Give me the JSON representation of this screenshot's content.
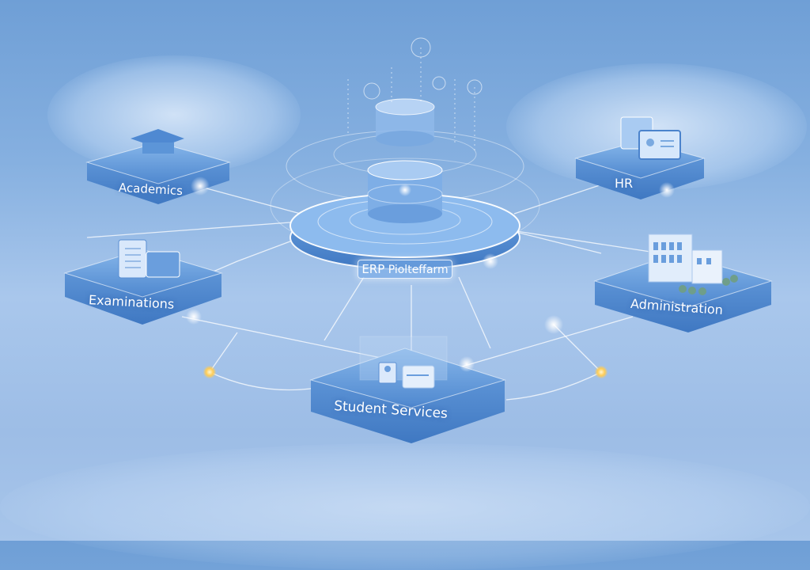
{
  "hub": {
    "label_prefix": "ERP",
    "label_suffix": "Piolteffarm",
    "icon": "database-stack-icon"
  },
  "modules": [
    {
      "id": "academics",
      "label": "Academics",
      "icon": "graduation-cap-icon"
    },
    {
      "id": "hr",
      "label": "HR",
      "icon": "id-cards-icon"
    },
    {
      "id": "examinations",
      "label": "Examinations",
      "icon": "checklist-clipboard-icon"
    },
    {
      "id": "administration",
      "label": "Administration",
      "icon": "office-building-icon"
    },
    {
      "id": "student-services",
      "label": "Student Services",
      "icon": "student-card-icon"
    }
  ],
  "alerts": [
    {
      "id": "alert-left",
      "icon": "warning-triangle-icon",
      "color": "#ffc44d"
    },
    {
      "id": "alert-right",
      "icon": "warning-triangle-icon",
      "color": "#ffc44d"
    }
  ],
  "colors": {
    "sky_top": "#6f9fd6",
    "sky_bottom": "#a7c5ea",
    "platform": "#5b93d6",
    "platform_top": "#7aaee6",
    "glow": "#ffffff",
    "alert": "#ffc44d"
  }
}
